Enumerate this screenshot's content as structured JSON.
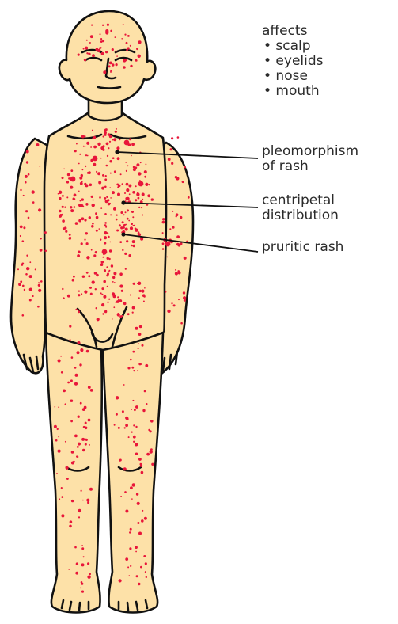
{
  "colors": {
    "skin": "#fde1a8",
    "outline": "#111111",
    "rash": "#e8163a",
    "text": "#2b2b2b"
  },
  "annotations": {
    "affects_heading": "affects",
    "affects_items": [
      "• scalp",
      "• eyelids",
      "• nose",
      "• mouth"
    ],
    "callouts": [
      {
        "line1": "pleomorphism",
        "line2": "of rash"
      },
      {
        "line1": "centripetal",
        "line2": "distribution"
      },
      {
        "line1": "pruritic rash",
        "line2": ""
      }
    ]
  }
}
